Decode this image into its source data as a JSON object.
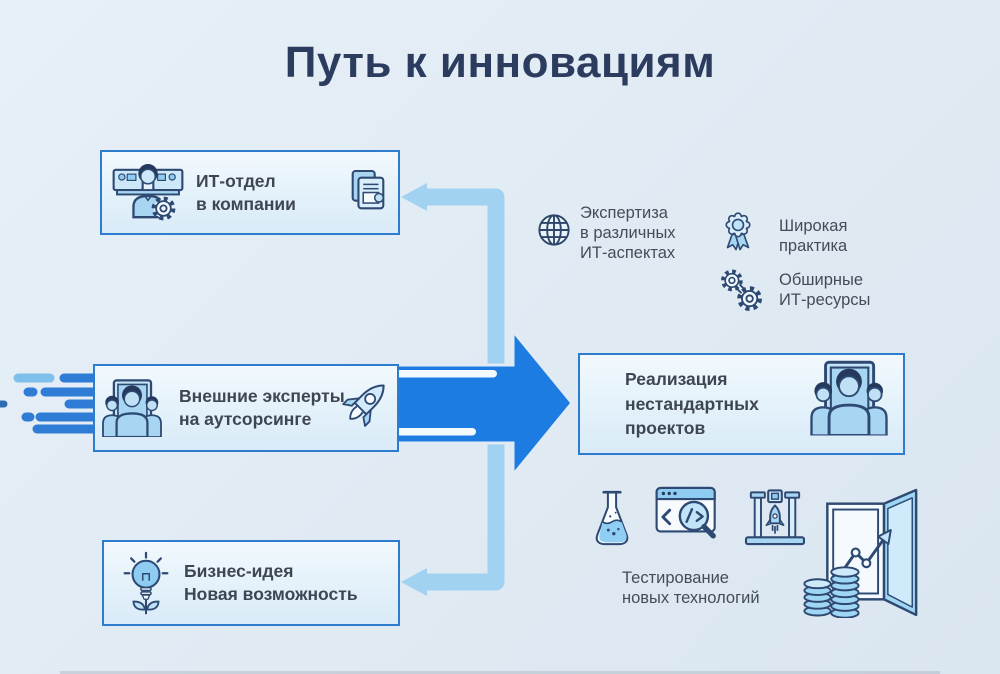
{
  "title": "Путь к инновациям",
  "boxes": {
    "it": {
      "line1": "ИТ-отдел",
      "line2": "в компании",
      "icon_left": "workstation-icon",
      "icon_right": "documents-icon"
    },
    "experts": {
      "line1": "Внешние эксперты",
      "line2": "на аутсорсинге",
      "icon_left": "team-frame-icon",
      "icon_right": "rocket-icon"
    },
    "idea": {
      "line1": "Бизнес-идея",
      "line2": "Новая возможность",
      "icon_left": "lightbulb-sprout-icon"
    },
    "result": {
      "line1": "Реализация",
      "line2": "нестандартных",
      "line3": "проектов",
      "icon_right": "team-frame-icon"
    }
  },
  "benefits": [
    {
      "icon": "globe-icon",
      "line1": "Экспертиза",
      "line2": "в различных",
      "line3": "ИТ-аспектах"
    },
    {
      "icon": "award-medal-icon",
      "line1": "Широкая",
      "line2": "практика"
    },
    {
      "icon": "gears-icon",
      "line1": "Обширные",
      "line2": "ИТ-ресурсы"
    }
  ],
  "testing": {
    "caption_line1": "Тестирование",
    "caption_line2": "новых технологий",
    "icons": [
      "flask-icon",
      "browser-code-search-icon",
      "printer-3d-icon",
      "open-window-growth-icon"
    ]
  },
  "colors": {
    "background": "#e2ebf4",
    "main_arrow": "#1d7ce2",
    "branch_arrow": "#a2d2f1",
    "box_border": "#2e7ccd",
    "box_fill_top": "#f2f9fd",
    "box_fill_bottom": "#d9ebf8",
    "title_text": "#2b3c5e",
    "body_text": "#3e4654",
    "icon_outline": "#2e4a73"
  }
}
